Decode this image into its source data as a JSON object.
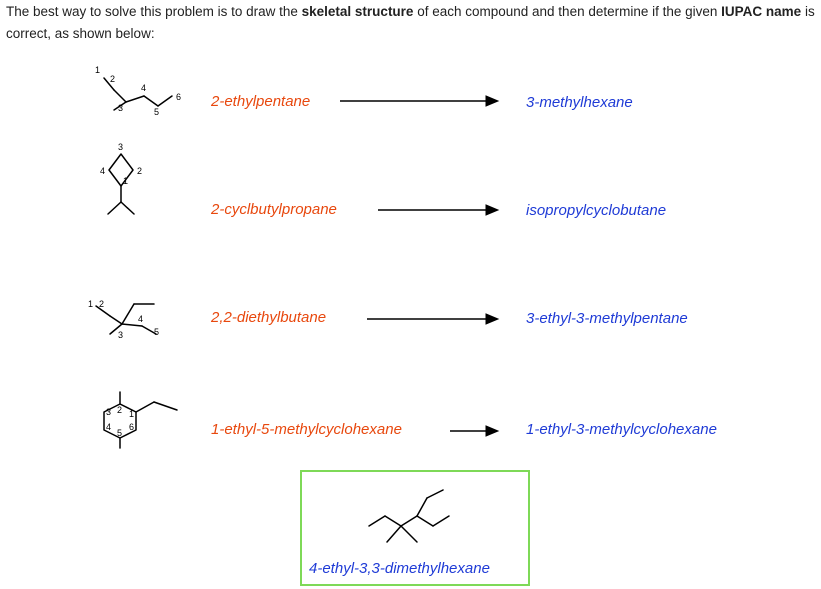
{
  "intro": {
    "part1": "The best way to solve this problem is to draw the ",
    "bold1": "skeletal structure",
    "part2": " of each compound and then determine if the given ",
    "bold2": "IUPAC name",
    "part3": " is correct, as shown below:"
  },
  "rows": [
    {
      "given_name": "2-ethylpentane",
      "correct_name": "3-methylhexane",
      "atom_labels": [
        "1",
        "2",
        "3",
        "4",
        "5",
        "6"
      ]
    },
    {
      "given_name": "2-cyclbutylpropane",
      "correct_name": "isopropylcyclobutane",
      "atom_labels": [
        "3",
        "4",
        "2",
        "1"
      ]
    },
    {
      "given_name": "2,2-diethylbutane",
      "correct_name": "3-ethyl-3-methylpentane",
      "atom_labels": [
        "1",
        "2",
        "3",
        "4",
        "5"
      ]
    },
    {
      "given_name": "1-ethyl-5-methylcyclohexane",
      "correct_name": "1-ethyl-3-methylcyclohexane",
      "atom_labels": [
        "3",
        "2",
        "1",
        "4",
        "5",
        "6"
      ]
    }
  ],
  "answer": {
    "name": "4-ethyl-3,3-dimethylhexane",
    "border_color": "#7ed957"
  },
  "colors": {
    "given": "#e8480e",
    "correct": "#1f3bd6"
  }
}
